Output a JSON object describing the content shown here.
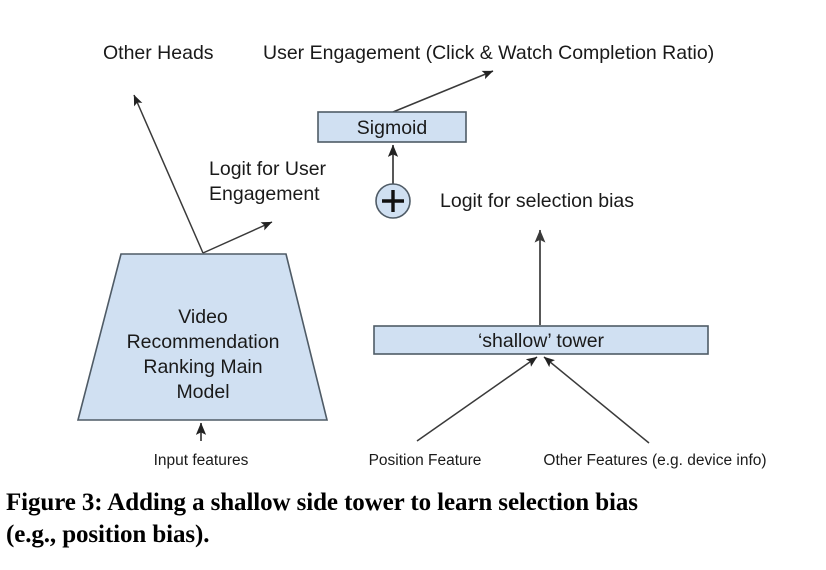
{
  "figure": {
    "caption": "Figure 3: Adding a shallow side tower to learn selection bias (e.g., position bias).",
    "caption_line_1": "Figure 3: Adding a shallow side tower to learn selection bias",
    "caption_line_2": "(e.g., position bias).",
    "colors": {
      "node_fill": "#d0e0f2",
      "node_stroke": "#4f5b66",
      "connector": "#3a3a3a",
      "text": "#1a1a1a",
      "background": "#ffffff"
    },
    "nodes": {
      "main_model": "Video\nRecommendation\nRanking Main\nModel",
      "main_model_line_1": "Video",
      "main_model_line_2": "Recommendation",
      "main_model_line_3": "Ranking Main",
      "main_model_line_4": "Model",
      "sigmoid": "Sigmoid",
      "shallow_tower": "‘shallow’ tower",
      "adder": "+"
    },
    "labels": {
      "other_heads": "Other Heads",
      "user_engagement": "User Engagement (Click & Watch Completion Ratio)",
      "logit_user_engagement_line_1": "Logit for User",
      "logit_user_engagement_line_2": "Engagement",
      "logit_selection_bias": "Logit for selection bias",
      "input_features": "Input features",
      "position_feature": "Position Feature",
      "other_features": "Other Features (e.g. device info)"
    }
  }
}
